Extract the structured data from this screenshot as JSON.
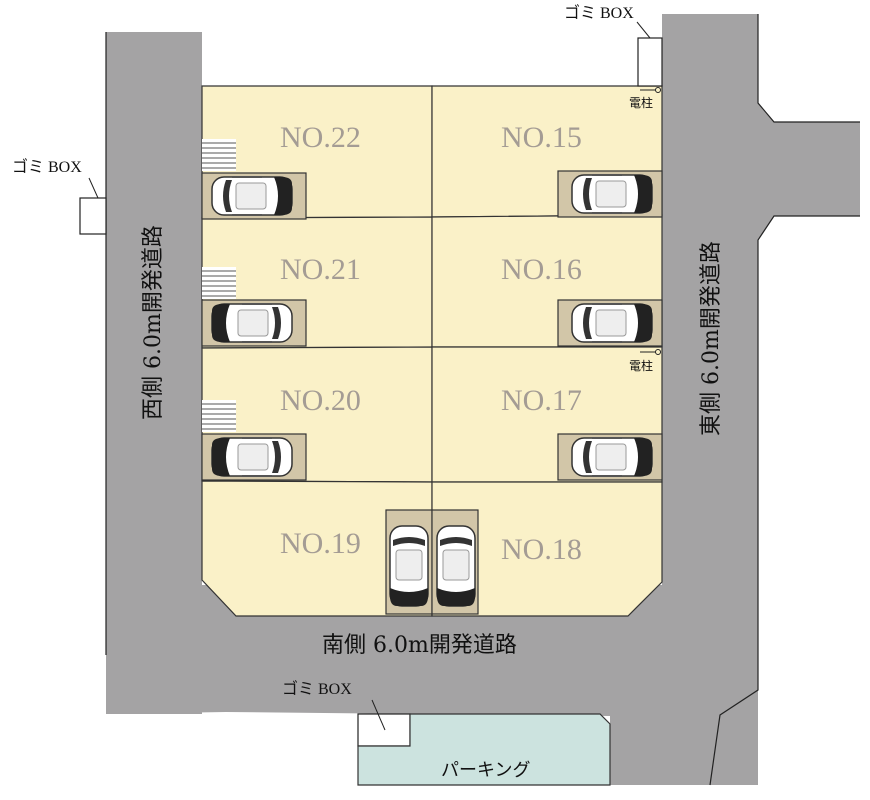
{
  "lots": {
    "no22": "NO.22",
    "no21": "NO.21",
    "no20": "NO.20",
    "no19": "NO.19",
    "no15": "NO.15",
    "no16": "NO.16",
    "no17": "NO.17",
    "no18": "NO.18"
  },
  "roads": {
    "west": "西側 6.0m開発道路",
    "east": "東側 6.0m開発道路",
    "south": "南側 6.0m開発道路"
  },
  "labels": {
    "garbage_box": "ゴミ BOX",
    "utility_pole": "電柱",
    "parking": "パーキング"
  },
  "colors": {
    "road": "#a4a3a4",
    "lot": "#faf1c8",
    "parking": "#cce3df",
    "lot_label": "#a49c94"
  }
}
